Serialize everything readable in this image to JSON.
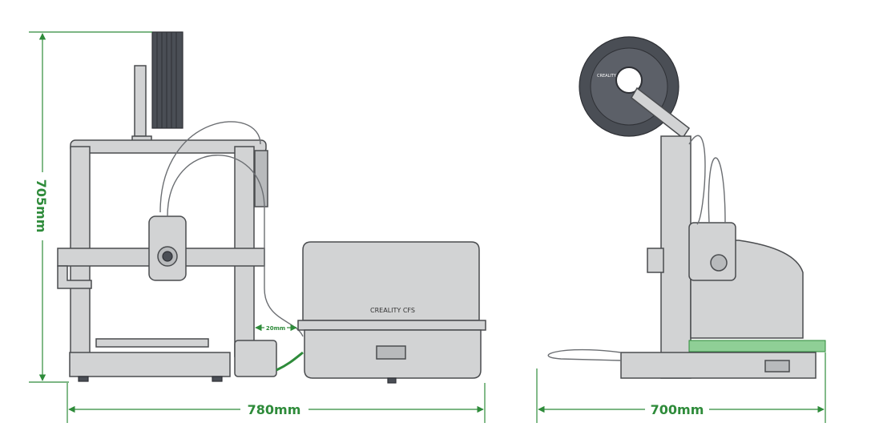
{
  "dimensions": {
    "height": "705mm",
    "front_width": "780mm",
    "side_depth": "700mm",
    "gap": "20mm"
  },
  "branding": {
    "cfs_logo": "CREALITY CFS",
    "spool_logo": "CREALITY"
  },
  "colors": {
    "dimension": "#2e8b3a",
    "body": "#d2d3d4",
    "outline": "#4a4c4f"
  }
}
